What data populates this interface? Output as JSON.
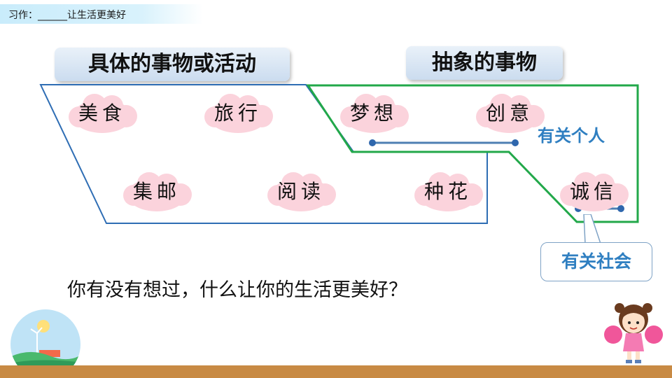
{
  "header": {
    "title": "习作：______让生活更美好"
  },
  "sections": {
    "concrete_title": "具体的事物或活动",
    "abstract_title": "抽象的事物"
  },
  "concrete_items": [
    "美食",
    "旅行",
    "集邮",
    "阅读",
    "种花"
  ],
  "abstract_items": [
    "梦想",
    "创意",
    "诚信"
  ],
  "annotations": {
    "personal": "有关个人",
    "social": "有关社会"
  },
  "question": "你有没有想过，什么让你的生活更美好？",
  "colors": {
    "concrete_border": "#2e6db4",
    "abstract_border": "#22a84a",
    "cloud_pink": "#fbd3dc",
    "label_blue": "#2f7fc1",
    "floor": "#c88a44"
  }
}
